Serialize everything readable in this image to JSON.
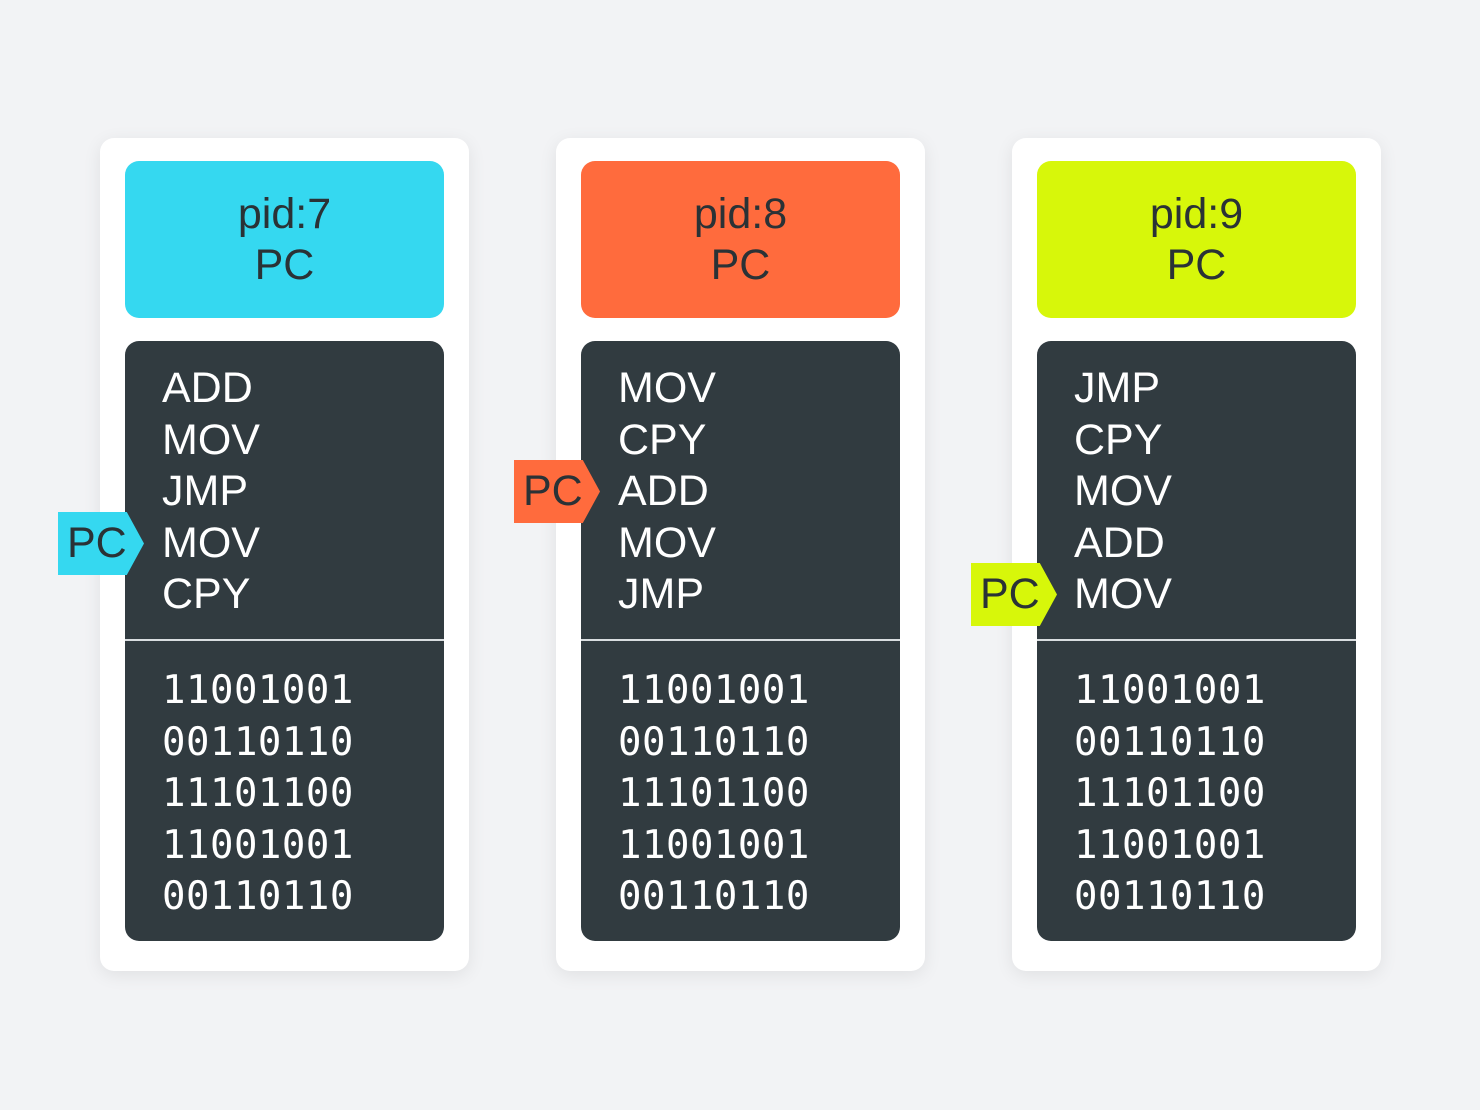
{
  "processes": [
    {
      "pid_label": "pid:7",
      "pc_label": "PC",
      "color": "#35d8f0",
      "instructions": [
        "ADD",
        "MOV",
        "JMP",
        "MOV",
        "CPY"
      ],
      "data": [
        "11001001",
        "00110110",
        "11101100",
        "11001001",
        "00110110"
      ],
      "pointer_label": "PC",
      "pointer_index": 3
    },
    {
      "pid_label": "pid:8",
      "pc_label": "PC",
      "color": "#ff6b3d",
      "instructions": [
        "MOV",
        "CPY",
        "ADD",
        "MOV",
        "JMP"
      ],
      "data": [
        "11001001",
        "00110110",
        "11101100",
        "11001001",
        "00110110"
      ],
      "pointer_label": "PC",
      "pointer_index": 2
    },
    {
      "pid_label": "pid:9",
      "pc_label": "PC",
      "color": "#d7f70a",
      "instructions": [
        "JMP",
        "CPY",
        "MOV",
        "ADD",
        "MOV"
      ],
      "data": [
        "11001001",
        "00110110",
        "11101100",
        "11001001",
        "00110110"
      ],
      "pointer_label": "PC",
      "pointer_index": 4
    }
  ]
}
